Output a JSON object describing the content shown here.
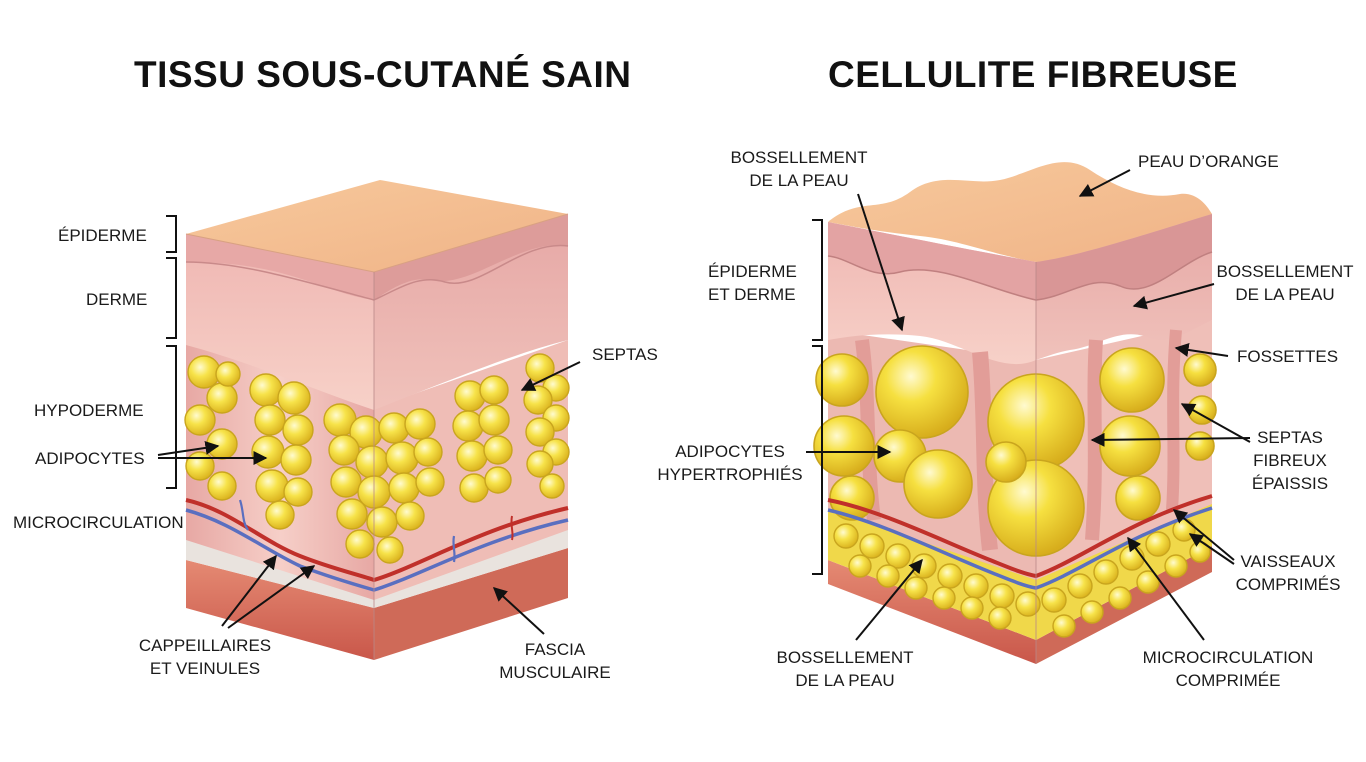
{
  "titles": {
    "healthy": "TISSU SOUS-CUTANÉ SAIN",
    "cellulite": "CELLULITE FIBREUSE"
  },
  "healthy_labels": {
    "epiderme": "ÉPIDERME",
    "derme": "DERME",
    "hypoderme": "HYPODERME",
    "adipocytes": "ADIPOCYTES",
    "microcirculation": "MICROCIRCULATION",
    "septas": "SEPTAS",
    "capillaires_l1": "CAPPEILLAIRES",
    "capillaires_l2": "ET VEINULES",
    "fascia_l1": "FASCIA",
    "fascia_l2": "MUSCULAIRE"
  },
  "cellulite_labels": {
    "bossellement_top_l1": "BOSSELLEMENT",
    "bossellement_top_l2": "DE LA PEAU",
    "peau_orange": "PEAU D’ORANGE",
    "epiderme_derme_l1": "ÉPIDERME",
    "epiderme_derme_l2": "ET DERME",
    "bossellement_right_l1": "BOSSELLEMENT",
    "bossellement_right_l2": "DE LA PEAU",
    "fossettes": "FOSSETTES",
    "adipocytes_l1": "ADIPOCYTES",
    "adipocytes_l2": "HYPERTROPHIÉS",
    "septas_l1": "SEPTAS",
    "septas_l2": "FIBREUX",
    "septas_l3": "ÉPAISSIS",
    "vaisseaux_l1": "VAISSEAUX",
    "vaisseaux_l2": "COMPRIMÉS",
    "bossellement_bottom_l1": "BOSSELLEMENT",
    "bossellement_bottom_l2": "DE LA PEAU",
    "microcirculation_l1": "MICROCIRCULATION",
    "microcirculation_l2": "COMPRIMÉE"
  },
  "colors": {
    "skin_top": "#f5be8e",
    "dermis": "#f4c6c0",
    "fat": "#f3df3a",
    "artery": "#c0302a",
    "vein": "#5a6fc0",
    "muscle": "#d9725e"
  }
}
